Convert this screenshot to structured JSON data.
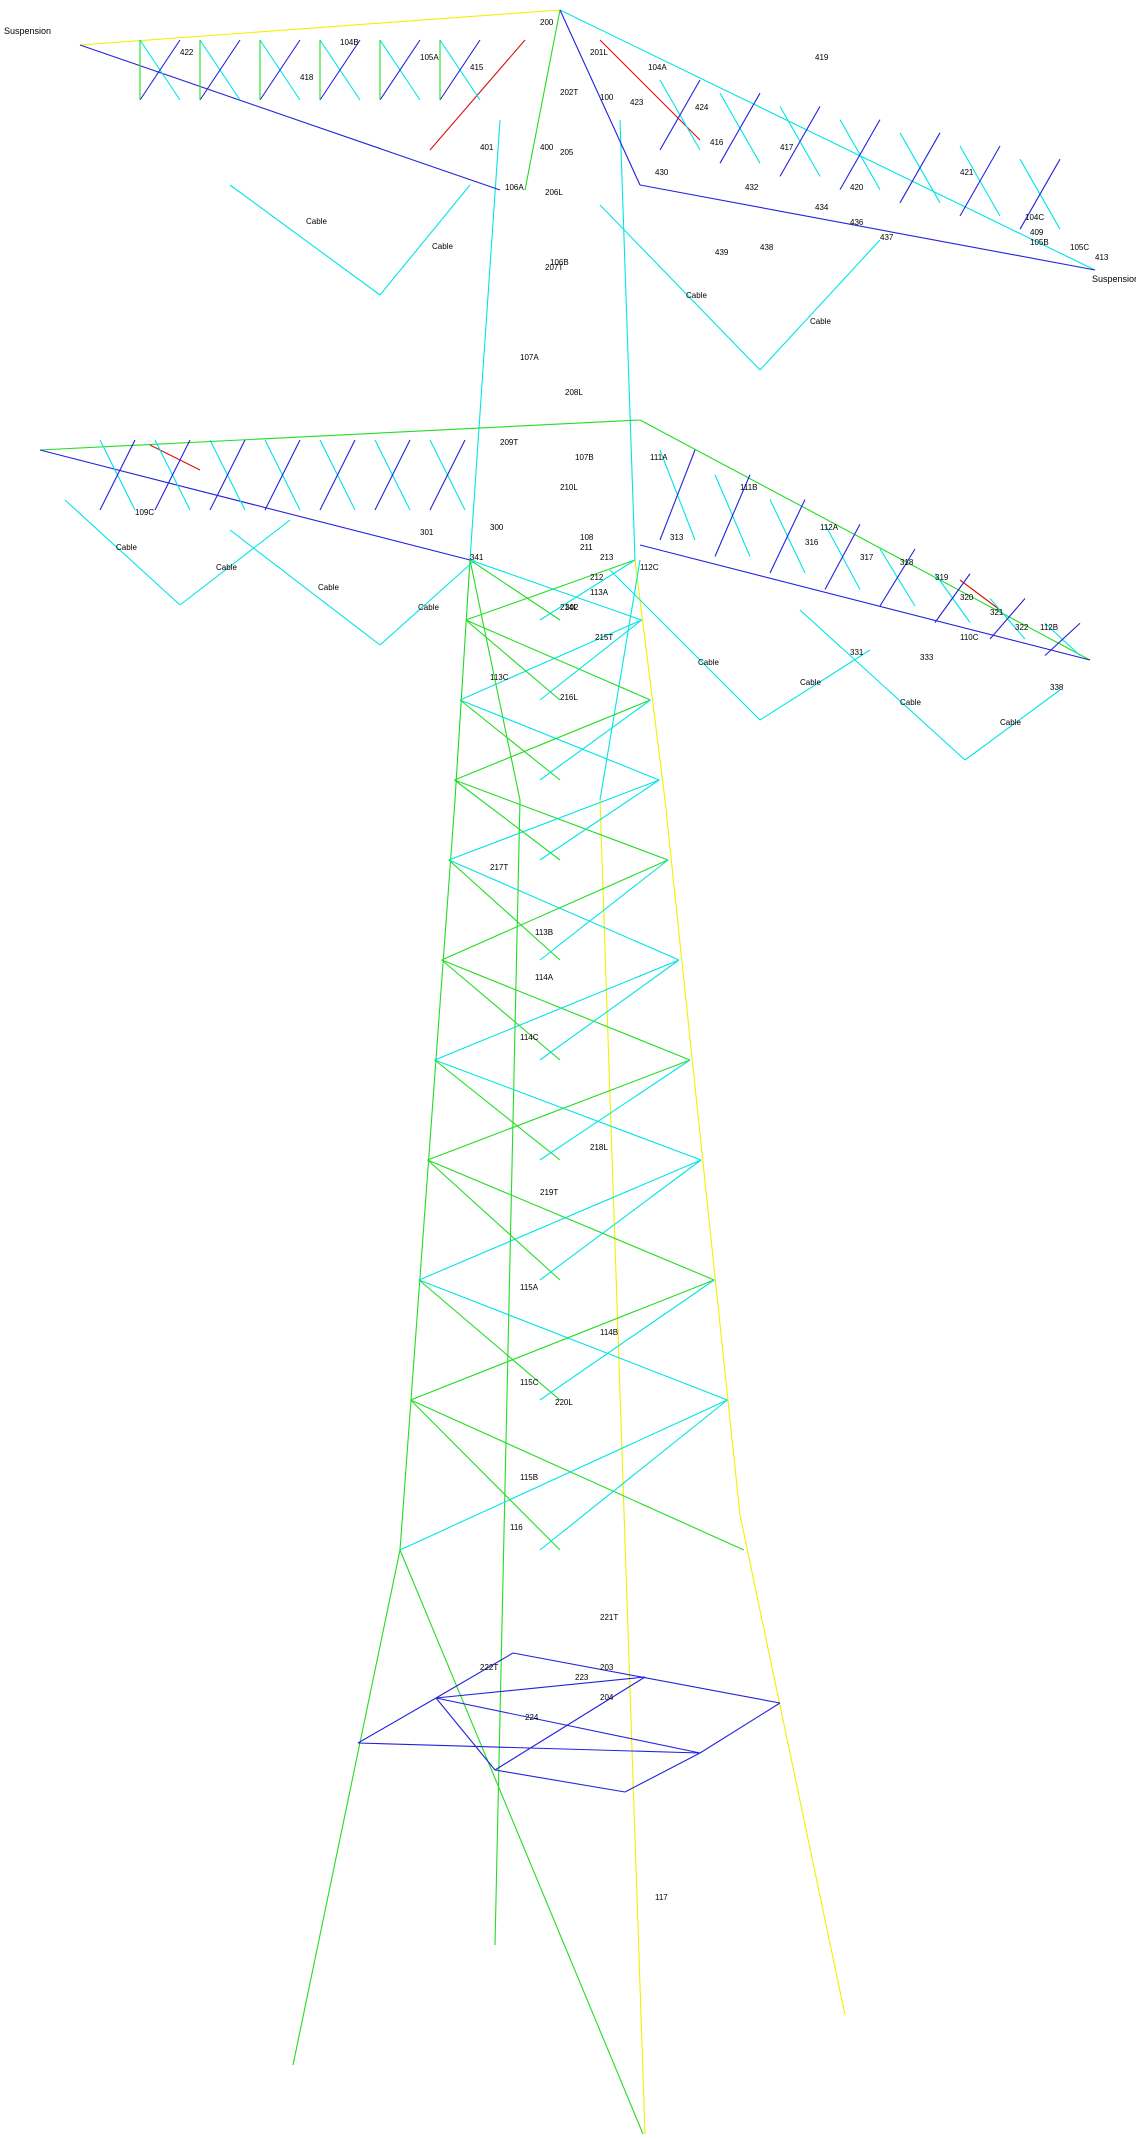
{
  "colors": {
    "cyan": "#00e5e5",
    "green": "#22dd22",
    "blue": "#2222dd",
    "yellow": "#f0f000",
    "red": "#dd1111",
    "text": "#000000"
  },
  "text": {
    "suspension_left": "Suspension",
    "suspension_right": "Suspension",
    "cable": "Cable"
  },
  "member_labels": [
    "200",
    "201L",
    "202T",
    "100",
    "104A",
    "104B",
    "104C",
    "105A",
    "105B",
    "105C",
    "106A",
    "106B",
    "107A",
    "107B",
    "108",
    "109C",
    "110C",
    "111A",
    "111B",
    "112A",
    "112B",
    "112C",
    "113A",
    "113B",
    "113C",
    "114A",
    "114B",
    "114C",
    "115A",
    "115B",
    "115C",
    "116",
    "117",
    "203",
    "204",
    "205",
    "206L",
    "207T",
    "208L",
    "209T",
    "210L",
    "211",
    "212",
    "213",
    "214L",
    "215T",
    "216L",
    "217T",
    "218L",
    "219T",
    "220L",
    "221T",
    "222T",
    "223",
    "224",
    "300",
    "301",
    "302",
    "313",
    "316",
    "317",
    "318",
    "319",
    "320",
    "321",
    "322",
    "331",
    "333",
    "338",
    "341",
    "400",
    "401",
    "409",
    "413",
    "415",
    "416",
    "417",
    "418",
    "419",
    "420",
    "421",
    "422",
    "423",
    "424",
    "430",
    "432",
    "434",
    "436",
    "437",
    "438",
    "439"
  ]
}
